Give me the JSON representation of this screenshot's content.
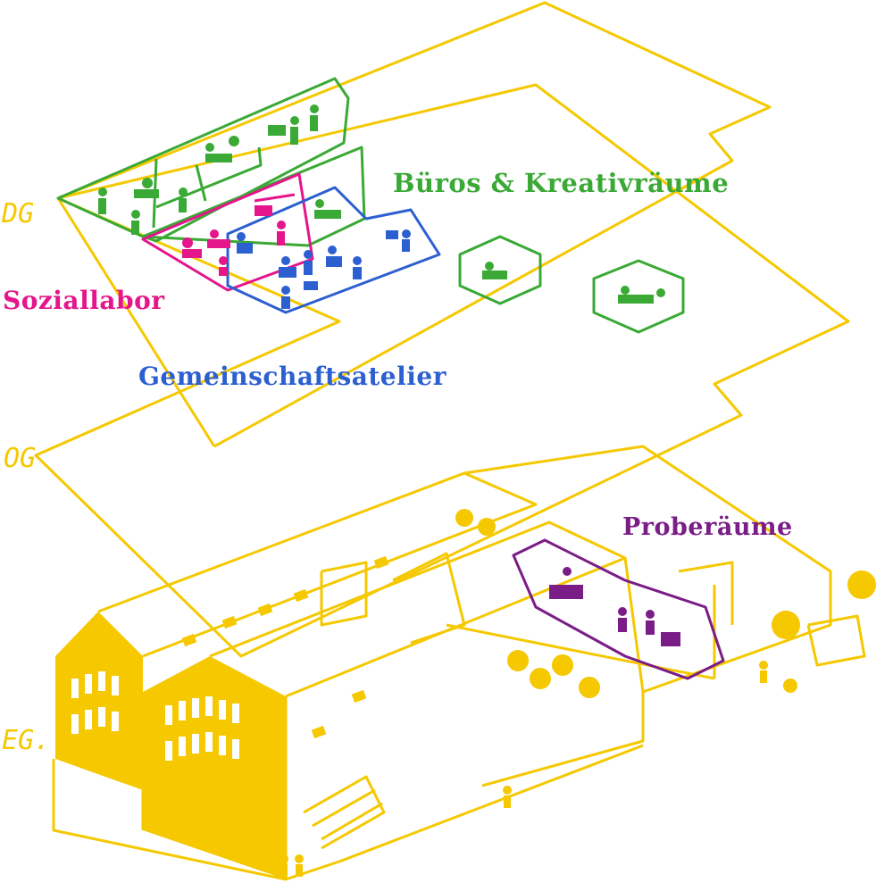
{
  "colors": {
    "yellow": "#f5c800",
    "green": "#3aa935",
    "magenta": "#e5158c",
    "blue": "#2c5fd0",
    "purple": "#7a1d86"
  },
  "floors": {
    "dg": "DG",
    "og": "OG",
    "eg": "EG."
  },
  "labels": {
    "bueros": "Büros & Kreativräume",
    "sozial": "Soziallabor",
    "gemein": "Gemeinschaftsatelier",
    "probe": "Proberäume"
  },
  "icons": {
    "heart": "heart-icon",
    "people": "people-icon",
    "tree": "tree-icon"
  }
}
